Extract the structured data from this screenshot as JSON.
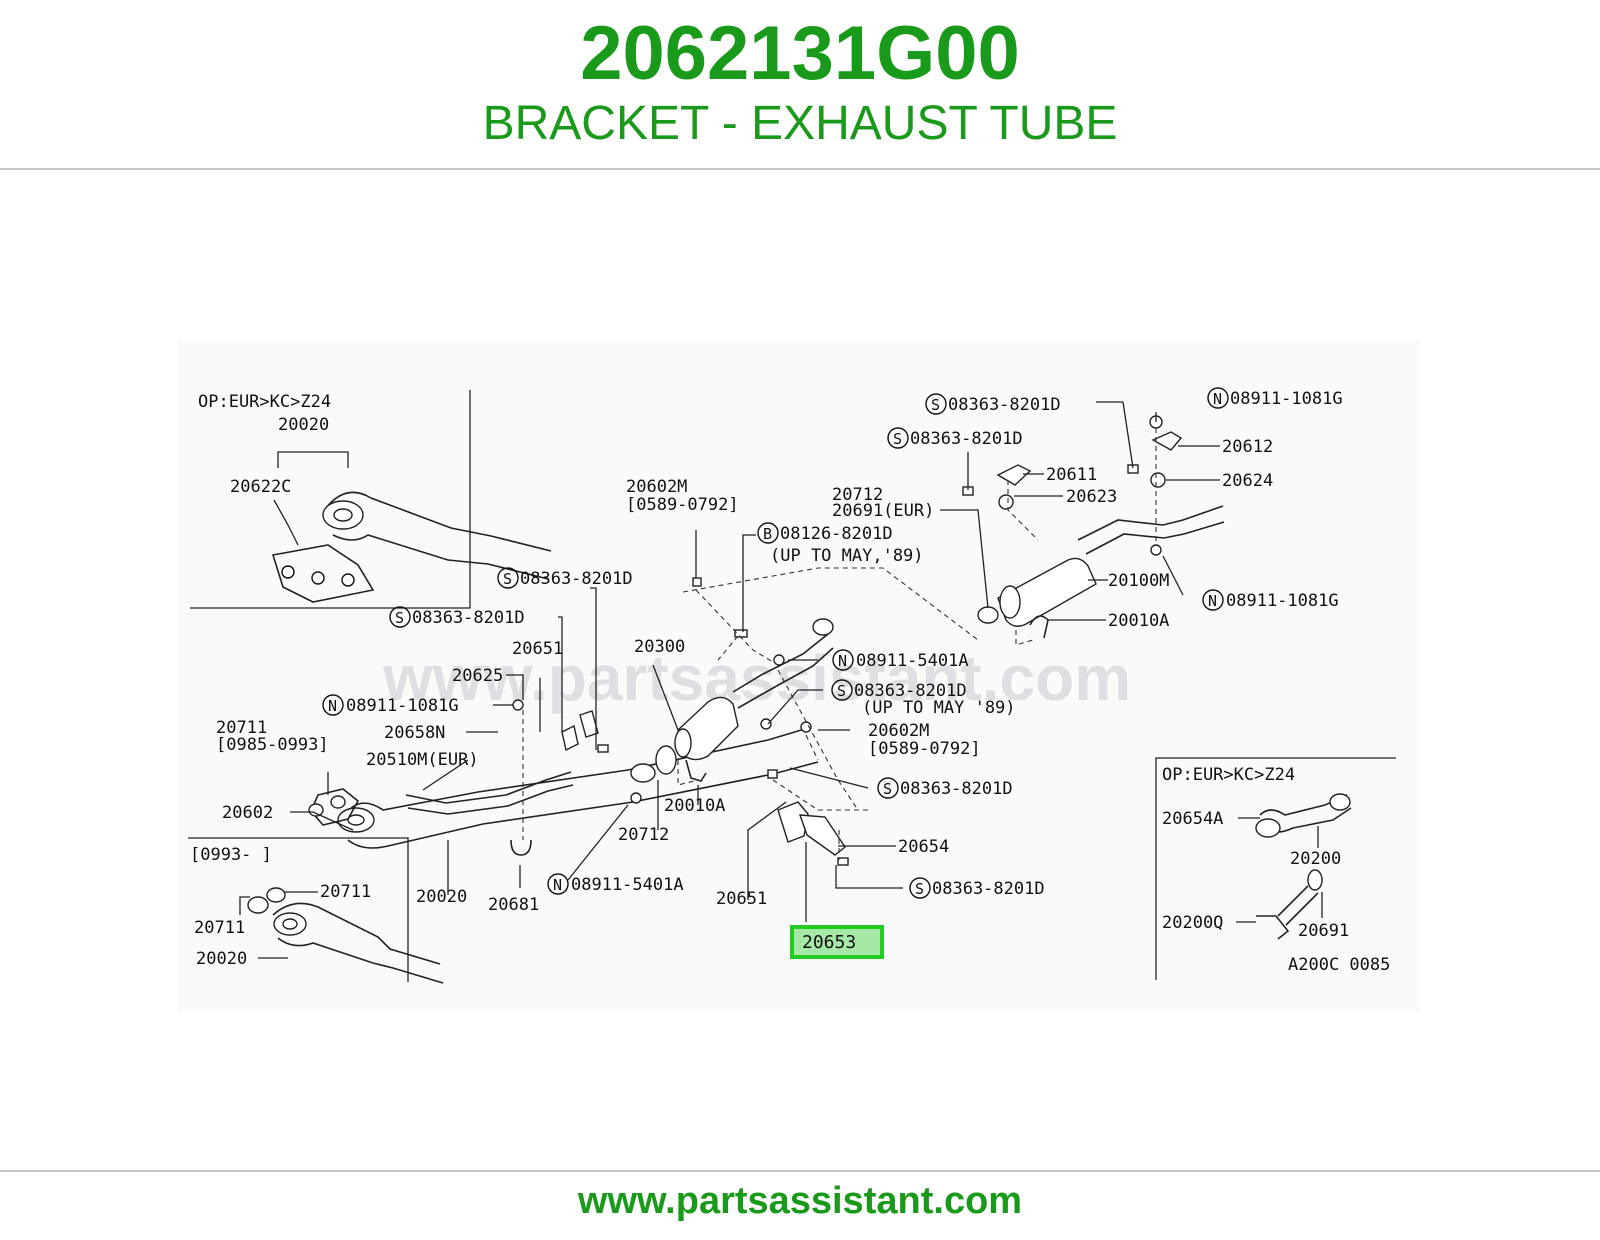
{
  "header": {
    "part_number": "2062131G00",
    "part_name": "BRACKET - EXHAUST TUBE"
  },
  "footer": {
    "url": "www.partsassistant.com"
  },
  "watermark": "www.partsassistant.com",
  "highlight_label": "20653",
  "inset_labels": {
    "top_left_header": "OP:EUR>KC>Z24",
    "top_left_20020": "20020",
    "top_left_20622c": "20622C",
    "right_header": "OP:EUR>KC>Z24",
    "right_20654a": "20654A",
    "right_20200": "20200",
    "right_20200q": "20200Q",
    "right_20691": "20691",
    "bottom_left_range": "[0993-      ]",
    "bottom_left_20711a": "20711",
    "bottom_left_20711b": "20711",
    "bottom_left_20020": "20020",
    "diagram_code": "A200C 0085"
  },
  "callouts": {
    "s_08363_top1": "08363-8201D",
    "n_08911_top": "08911-1081G",
    "s_08363_top2": "08363-8201D",
    "l_20612": "20612",
    "l_20611": "20611",
    "l_20624": "20624",
    "l_20623": "20623",
    "l_20712_top": "20712",
    "l_20691_eur": "20691(EUR)",
    "l_20100m": "20100M",
    "n_08911_right": "08911-1081G",
    "l_20010a_right": "20010A",
    "l_20602m_top": "20602M",
    "l_20602m_top_range": "[0589-0792]",
    "b_08126": "08126-8201D",
    "b_08126_note": "(UP TO MAY,'89)",
    "s_08363_mid1": "08363-8201D",
    "s_08363_mid2": "08363-8201D",
    "l_20651_top": "20651",
    "l_20300": "20300",
    "n_08911_5401a_top": "08911-5401A",
    "s_08363_mid3": "08363-8201D",
    "s_08363_mid3_note": "(UP TO MAY '89)",
    "l_20625": "20625",
    "n_08911_1081g_left": "08911-1081G",
    "l_20602m_mid": "20602M",
    "l_20602m_mid_range": "[0589-0792]",
    "l_20711": "20711",
    "l_20711_range": "[0985-0993]",
    "l_20658n": "20658N",
    "l_20510m": "20510M(EUR)",
    "s_08363_lower": "08363-8201D",
    "l_20602": "20602",
    "l_20010a_mid": "20010A",
    "l_20712_mid": "20712",
    "l_20654": "20654",
    "l_20020_main": "20020",
    "l_20681": "20681",
    "n_08911_5401a_bot": "08911-5401A",
    "l_20651_bot": "20651",
    "s_08363_bot": "08363-8201D"
  },
  "circle_letters": {
    "s": "S",
    "n": "N",
    "b": "B"
  },
  "colors": {
    "brand_green": "#1a9a1a",
    "highlight_border": "#22cc22",
    "highlight_fill": "#a6e8a6"
  }
}
